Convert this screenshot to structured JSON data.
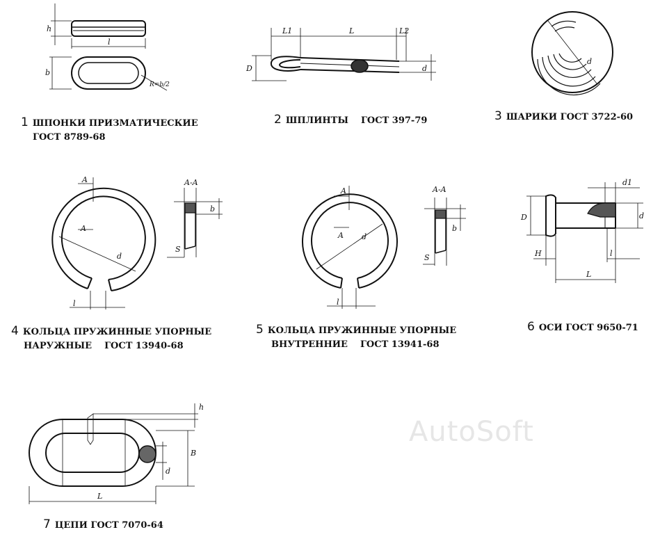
{
  "items": [
    {
      "num": "1",
      "line1": "ШПОНКИ ПРИЗМАТИЧЕСКИЕ",
      "line2": "ГОСТ 8789-68",
      "labels": {
        "h": "h",
        "l": "l",
        "b": "b",
        "r": "R=b/2"
      }
    },
    {
      "num": "2",
      "line1": "ШПЛИНТЫ",
      "gost": "ГОСТ 397-79",
      "labels": {
        "l1": "L1",
        "l": "L",
        "l2": "L2",
        "D": "D",
        "d": "d"
      }
    },
    {
      "num": "3",
      "line1": "ШАРИКИ ГОСТ 3722-60",
      "labels": {
        "d": "d"
      }
    },
    {
      "num": "4",
      "line1": "КОЛЬЦА ПРУЖИННЫЕ УПОРНЫЕ",
      "line2": "НАРУЖНЫЕ",
      "gost": "ГОСТ 13940-68",
      "labels": {
        "a": "A",
        "a2": "A",
        "aa": "A-A",
        "b": "b",
        "s": "S",
        "d": "d",
        "l": "l"
      }
    },
    {
      "num": "5",
      "line1": "КОЛЬЦА ПРУЖИННЫЕ УПОРНЫЕ",
      "line2": "ВНУТРЕННИЕ",
      "gost": "ГОСТ 13941-68",
      "labels": {
        "a": "A",
        "a2": "A",
        "aa": "A-A",
        "b": "b",
        "s": "S",
        "d": "d",
        "l": "l"
      }
    },
    {
      "num": "6",
      "line1": "ОСИ ГОСТ 9650-71",
      "labels": {
        "d1": "d1",
        "D": "D",
        "d": "d",
        "H": "H",
        "l": "l",
        "L": "L"
      }
    },
    {
      "num": "7",
      "line1": "ЦЕПИ ГОСТ 7070-64",
      "labels": {
        "h": "h",
        "B": "B",
        "d": "d",
        "L": "L"
      }
    }
  ],
  "watermark": "AutoSoft"
}
